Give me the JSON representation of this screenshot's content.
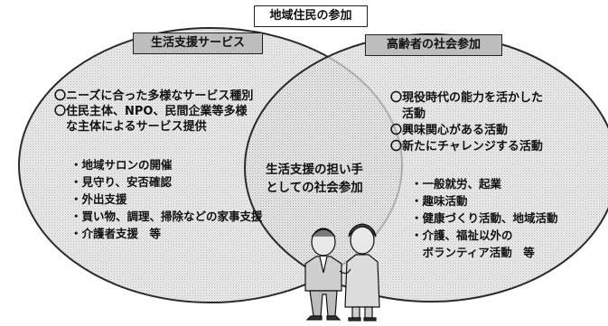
{
  "top_label": "地域住民の参加",
  "left_circle": {
    "title": "生活支援サービス",
    "points": [
      "〇ニーズに合った多様なサービス種別",
      "〇住民主体、NPO、民間企業等多様",
      "　な主体によるサービス提供"
    ],
    "examples": [
      "・地域サロンの開催",
      "・見守り、安否確認",
      "・外出支援",
      "・買い物、調理、掃除などの家事支援",
      "・介護者支援　等"
    ]
  },
  "right_circle": {
    "title": "高齢者の社会参加",
    "points": [
      "〇現役時代の能力を活かした",
      "　活動",
      "〇興味関心がある活動",
      "〇新たにチャレンジする活動"
    ],
    "examples": [
      "・一般就労、起業",
      "・趣味活動",
      "・健康づくり活動、地域活動",
      "・介護、福祉以外の",
      "　ボランティア活動　等"
    ]
  },
  "overlap": {
    "line1": "生活支援の担い手",
    "line2": "としての社会参加"
  },
  "colors": {
    "circle_stroke": "#2a2a2a",
    "circle_fill": "#d9d9d9",
    "title_box_fill": "#bdbdbd"
  },
  "illustration": "elderly-couple-icon"
}
